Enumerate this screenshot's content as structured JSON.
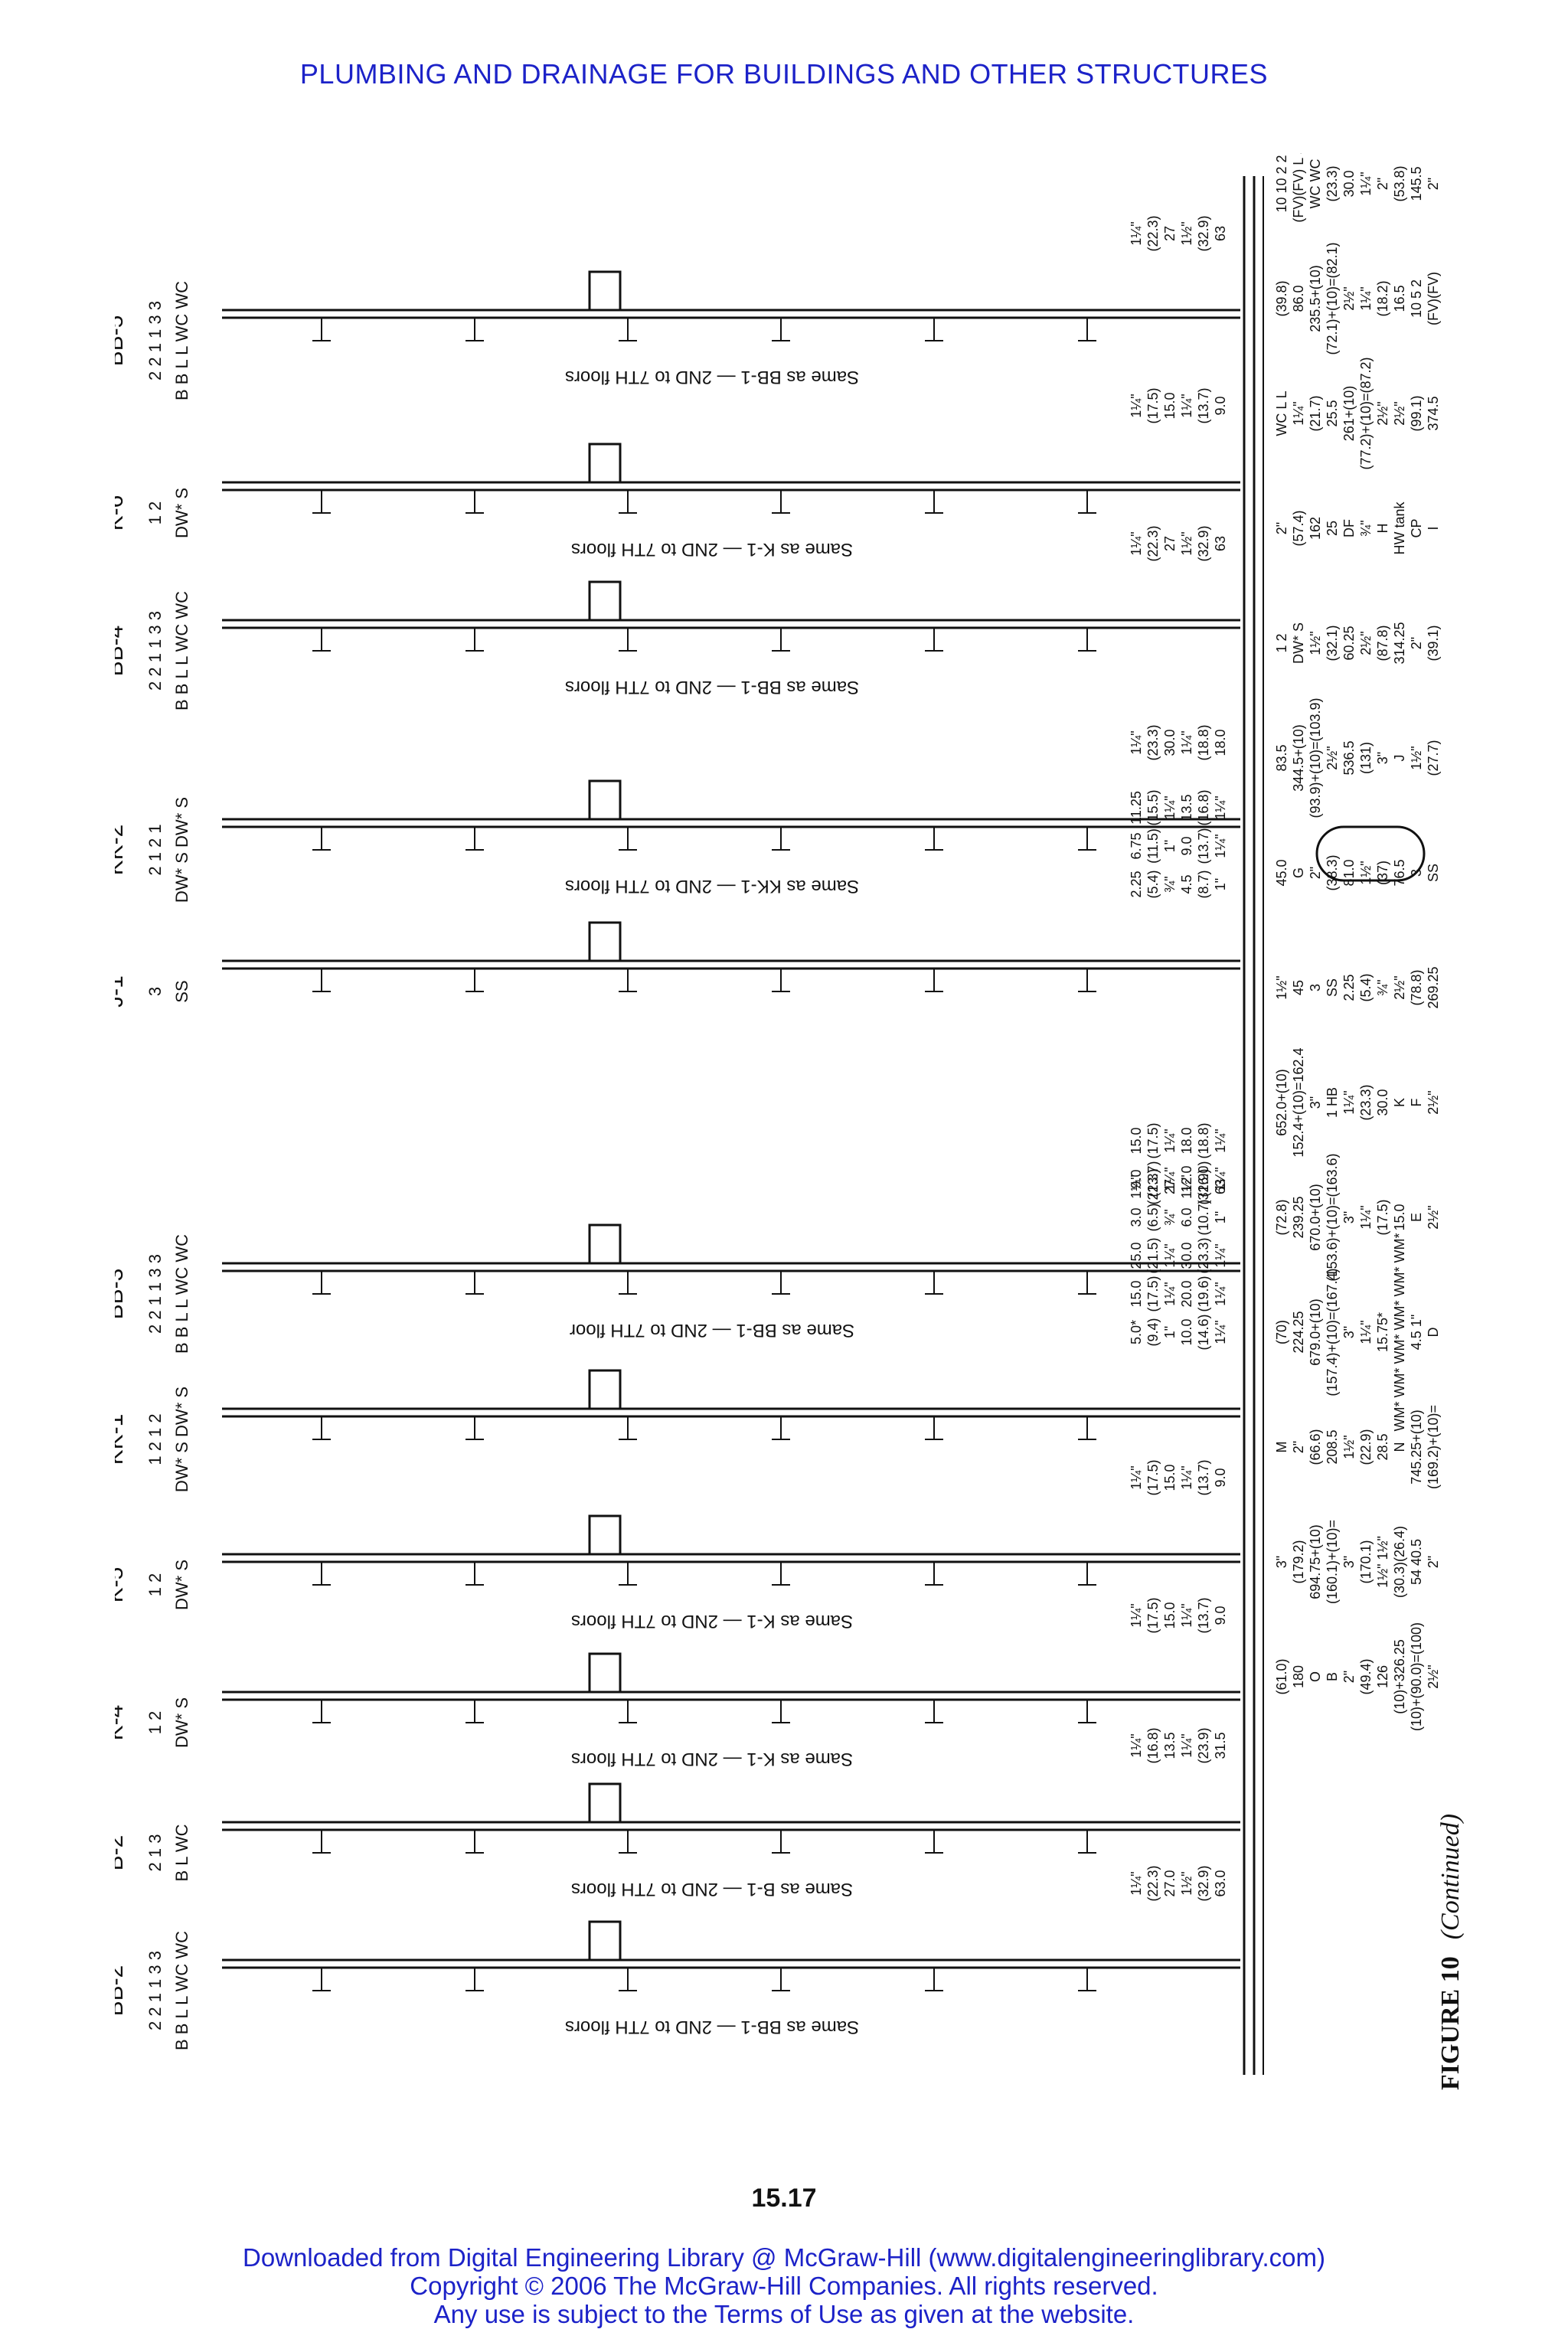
{
  "header": {
    "running_head": "PLUMBING AND DRAINAGE FOR BUILDINGS AND OTHER STRUCTURES"
  },
  "page_number": "15.17",
  "footer": {
    "line1": "Downloaded from Digital Engineering Library @ McGraw-Hill (www.digitalengineeringlibrary.com)",
    "line2": "Copyright © 2006 The McGraw-Hill Companies. All rights reserved.",
    "line3": "Any use is subject to the Terms of Use as given at the website."
  },
  "caption": {
    "figure": "FIGURE 10",
    "note": "(Continued)"
  },
  "diagram": {
    "risers": [
      {
        "stack": "BB-5",
        "fixtures": "2 2 1 1 3 3",
        "codes": "B B L L WC WC",
        "note": "Same as BB-1 — 2ND to 7TH floors",
        "labels": [
          "1¼\"",
          "(22.3)",
          "27",
          "1½\"",
          "(32.9)",
          "63"
        ]
      },
      {
        "stack": "K-6",
        "fixtures": "1 2",
        "codes": "DW* S",
        "note": "Same as K-1 — 2ND to 7TH floors",
        "labels": [
          "1¼\"",
          "(17.5)",
          "15.0",
          "1¼\"",
          "(13.7)",
          "9.0"
        ]
      },
      {
        "stack": "BB-4",
        "fixtures": "2 2 1 1 3 3",
        "codes": "B B L L WC WC",
        "note": "Same as BB-1 — 2ND to 7TH floors",
        "labels": [
          "1¼\"",
          "(22.3)",
          "27",
          "1½\"",
          "(32.9)",
          "63"
        ]
      },
      {
        "stack": "KK-2",
        "fixtures": "2 1 2 1",
        "codes": "DW* S DW* S",
        "note": "Same as KK-1 — 2ND to 7TH floors",
        "labels": [
          "1¼\"",
          "(23.3)",
          "30.0",
          "1¼\"",
          "(18.8)",
          "18.0"
        ]
      },
      {
        "stack": "J-1",
        "fixtures": "3",
        "codes": "SS",
        "note": "",
        "labels": [
          "2.25",
          "(5.4)",
          "¾\"",
          "4.5",
          "(8.7)",
          "1\"",
          "6.75",
          "(11.5)",
          "1\"",
          "9.0",
          "(13.7)",
          "1¼\"",
          "11.25",
          "(15.5)",
          "1¼\"",
          "13.5",
          "(16.8)",
          "1¼\""
        ]
      },
      {
        "stack": "BB-3",
        "fixtures": "2 2 1 1 3 3",
        "codes": "B B L L WC WC",
        "note": "Same as BB-1 — 2ND to 7TH floor",
        "labels": [
          "1¼\"",
          "(22.3)",
          "27",
          "1½\"",
          "(32.9)",
          "63"
        ]
      },
      {
        "stack": "KK-1",
        "fixtures": "1 2 1 2",
        "codes": "DW* S DW* S",
        "note": "",
        "labels": [
          "5.0*",
          "(9.4)",
          "1\"",
          "10.0",
          "(14.6)",
          "1¼\"",
          "15.0",
          "(17.5)",
          "1¼\"",
          "20.0",
          "(19.6)",
          "1¼\"",
          "25.0",
          "(21.5)",
          "1¼\"",
          "30.0",
          "(23.3)",
          "1¼\"",
          "3.0",
          "(6.5)",
          "¾\"",
          "6.0",
          "(10.7)",
          "1\"",
          "9.0",
          "(13.7)",
          "1¼\"",
          "12.0",
          "(16.0)",
          "1¼\"",
          "15.0",
          "(17.5)",
          "1¼\"",
          "18.0",
          "(18.8)",
          "1¼\""
        ]
      },
      {
        "stack": "K-5",
        "fixtures": "1 2",
        "codes": "DW* S",
        "note": "Same as K-1 — 2ND to 7TH floors",
        "labels": [
          "1¼\"",
          "(17.5)",
          "15.0",
          "1¼\"",
          "(13.7)",
          "9.0"
        ]
      },
      {
        "stack": "K-4",
        "fixtures": "1 2",
        "codes": "DW* S",
        "note": "Same as K-1 — 2ND to 7TH floors",
        "labels": [
          "1¼\"",
          "(17.5)",
          "15.0",
          "1¼\"",
          "(13.7)",
          "9.0"
        ]
      },
      {
        "stack": "B-2",
        "fixtures": "2 1 3",
        "codes": "B L WC",
        "note": "Same as B-1 — 2ND to 7TH floors",
        "labels": [
          "1¼\"",
          "(16.8)",
          "13.5",
          "1¼\"",
          "(23.9)",
          "31.5"
        ]
      },
      {
        "stack": "BB-2",
        "fixtures": "2 2 1 1 3 3",
        "codes": "B B L L WC WC",
        "note": "Same as BB-1 — 2ND to 7TH floors",
        "labels": [
          "1¼\"",
          "(22.3)",
          "27.0",
          "1½\"",
          "(32.9)",
          "63.0"
        ]
      }
    ],
    "main_labels": [
      "10 10 2 2",
      "(FV)(FV) L S",
      "WC WC",
      "(23.3)",
      "30.0",
      "1¼\"",
      "2\"",
      "(53.8)",
      "145.5",
      "2\"",
      "(39.8)",
      "86.0",
      "235.5+(10)",
      "(72.1)+(10)=(82.1)",
      "2½\"",
      "1¼\"",
      "(18.2)",
      "16.5",
      "10 5 2",
      "(FV)(FV)",
      "WC L L",
      "1¼\"",
      "(21.7)",
      "25.5",
      "261+(10)",
      "(77.2)+(10)=(87.2)",
      "2½\"",
      "2½\"",
      "(99.1)",
      "374.5",
      "2\"",
      "(57.4)",
      "162",
      "25",
      "DF",
      "¾\"",
      "H",
      "HW tank",
      "CP",
      "I",
      "1 2",
      "DW* S",
      "1½\"",
      "(32.1)",
      "60.25",
      "2½\"",
      "(87.8)",
      "314.25",
      "2\"",
      "(39.1)",
      "83.5",
      "344.5+(10)",
      "(93.9)+(10)=(103.9)",
      "2½\"",
      "536.5",
      "(131)",
      "3\"",
      "J",
      "1½\"",
      "(27.7)",
      "45.0",
      "G",
      "2\"",
      "(38.3)",
      "81.0",
      "1½\"",
      "(37)",
      "76.5",
      "3",
      "SS",
      "1½\"",
      "45",
      "3",
      "SS",
      "2.25",
      "(5.4)",
      "¾\"",
      "2½\"",
      "(78.8)",
      "269.25",
      "652.0+(10)",
      "152.4+(10)=162.4",
      "3\"",
      "1 HB",
      "1¼\"",
      "(23.3)",
      "30.0",
      "K",
      "F",
      "2½\"",
      "(72.8)",
      "239.25",
      "670.0+(10)",
      "(153.6)+(10)=(163.6)",
      "3\"",
      "1¼\"",
      "(17.5)",
      "15.0",
      "E",
      "2½\"",
      "(70)",
      "224.25",
      "679.0+(10)",
      "(157.4)+(10)=(167.4)",
      "3\"",
      "1¼\"",
      "15.75*",
      "WM* WM* WM* WM* WM* WM*",
      "4.5 1\"",
      "D",
      "M",
      "2\"",
      "(66.6)",
      "208.5",
      "1½\"",
      "(22.9)",
      "28.5",
      "N",
      "745.25+(10)",
      "(169.2)+(10)=",
      "3\"",
      "(179.2)",
      "694.75+(10)",
      "(160.1)+(10)=",
      "3\"",
      "(170.1)",
      "1½\" 1½\"",
      "(30.3)(26.4)",
      "54 40.5",
      "2\"",
      "(61.0)",
      "180",
      "O",
      "B",
      "2\"",
      "(49.4)",
      "126",
      "(10)+326.25",
      "(10)+(90.0)=(100)",
      "2½\""
    ]
  }
}
